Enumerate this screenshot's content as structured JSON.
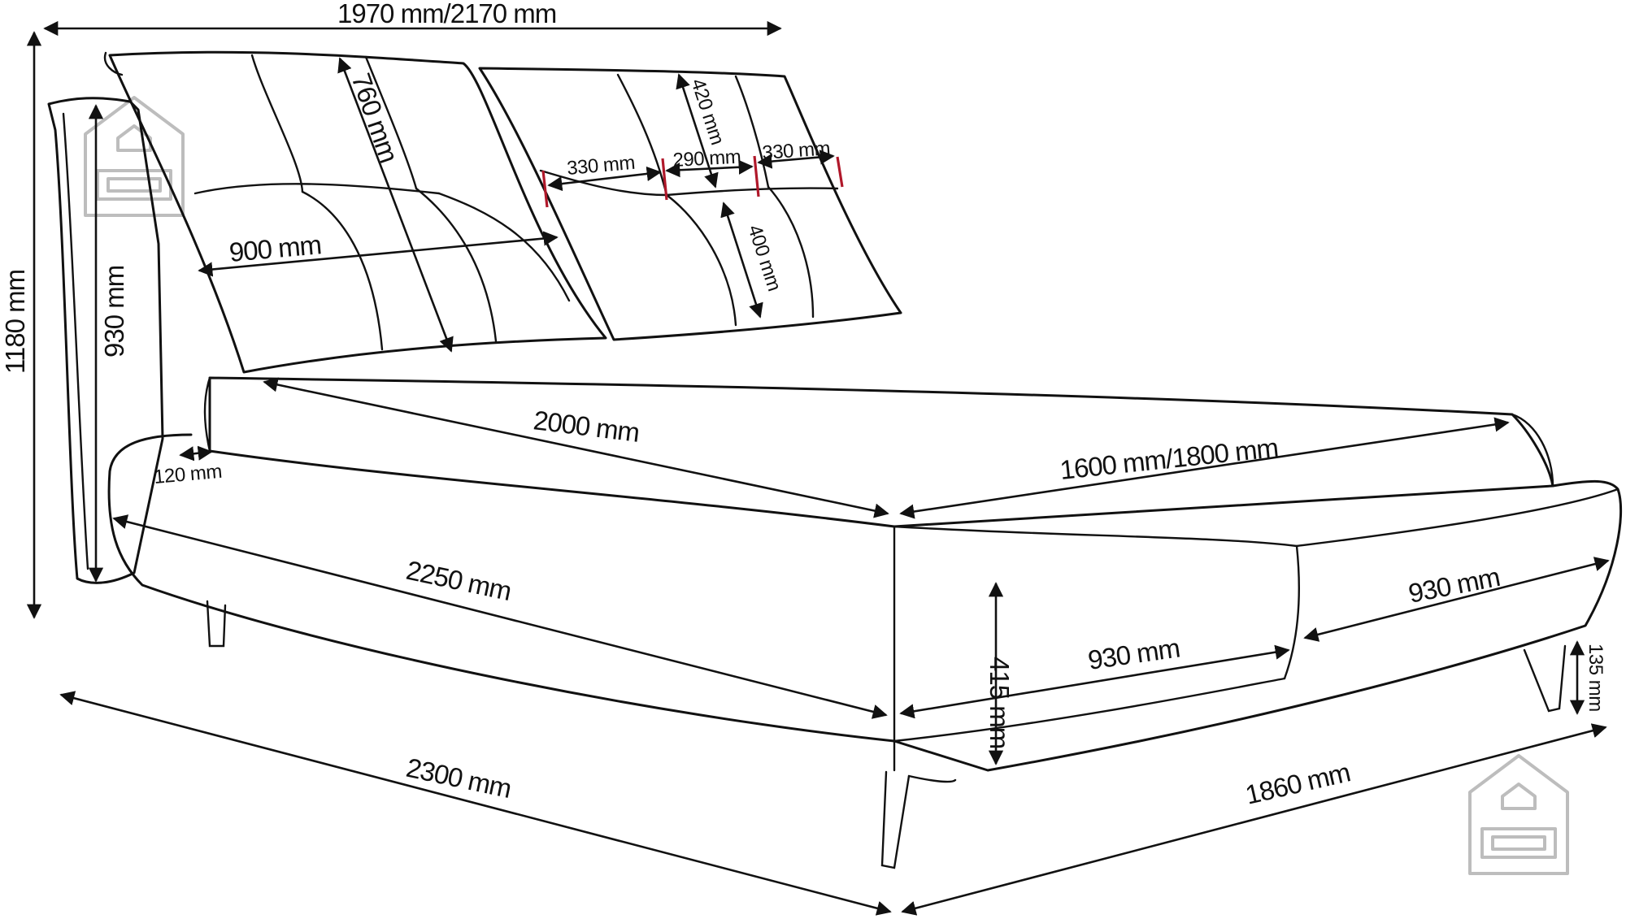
{
  "dimensions": {
    "headboard_width": "1970 mm/2170 mm",
    "total_height": "1180 mm",
    "headboard_height": "930 mm",
    "pillow_height": "760 mm",
    "pillow_width": "900 mm",
    "segment_a": "330 mm",
    "segment_b": "290 mm",
    "segment_c": "330 mm",
    "tuft_top": "420 mm",
    "tuft_lower": "400 mm",
    "mattress_length": "2000 mm",
    "mattress_width": "1600 mm/1800 mm",
    "frame_border": "120 mm",
    "frame_length": "2250 mm",
    "bed_height": "415 mm",
    "storage_front": "930 mm",
    "storage_side": "930 mm",
    "leg_height": "135 mm",
    "total_length": "2300 mm",
    "total_width": "1860 mm"
  },
  "colors": {
    "line": "#111111",
    "tick_marker": "#b0182a",
    "watermark": "#bdbdbd"
  },
  "icons": [
    "house-sofa-watermark-icon"
  ]
}
